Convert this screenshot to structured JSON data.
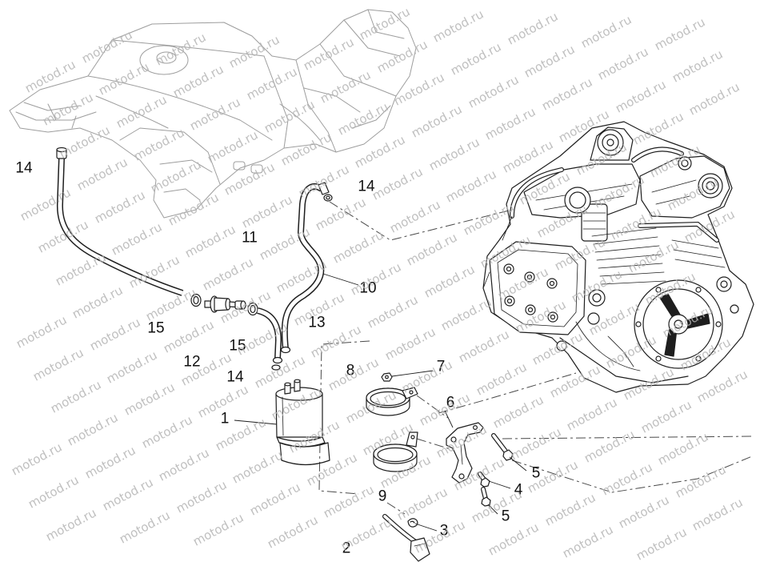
{
  "watermark": {
    "text": "motod.ru"
  },
  "callouts": [
    "14",
    "14",
    "11",
    "10",
    "15",
    "13",
    "15",
    "12",
    "14",
    "8",
    "7",
    "6",
    "1",
    "5",
    "4",
    "9",
    "5",
    "3",
    "2"
  ],
  "colors": {
    "line": "#1e1e1e",
    "faded": "#9d9d9d",
    "watermark": "#b4b4b4",
    "dash": "#4a4a4a"
  }
}
